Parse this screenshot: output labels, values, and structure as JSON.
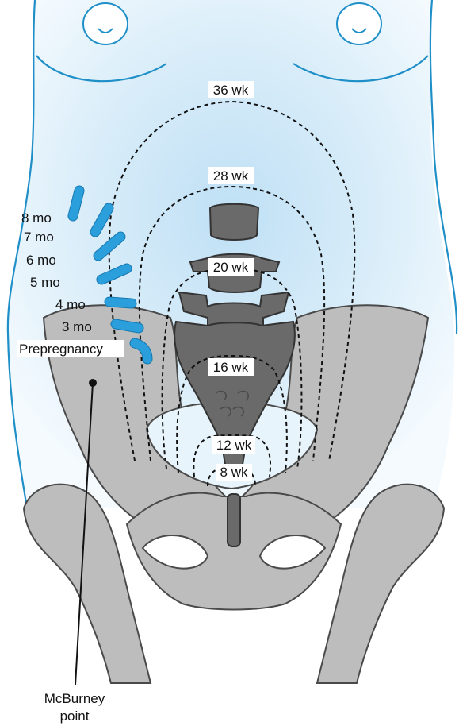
{
  "fundal_heights_weeks": [
    {
      "key": "wk36",
      "text": "36 wk"
    },
    {
      "key": "wk28",
      "text": "28 wk"
    },
    {
      "key": "wk20",
      "text": "20 wk"
    },
    {
      "key": "wk16",
      "text": "16 wk"
    },
    {
      "key": "wk12",
      "text": "12 wk"
    },
    {
      "key": "wk8",
      "text": "8 wk"
    }
  ],
  "appendix_positions": [
    {
      "key": "mo8",
      "text": "8 mo"
    },
    {
      "key": "mo7",
      "text": "7 mo"
    },
    {
      "key": "mo6",
      "text": "6 mo"
    },
    {
      "key": "mo5",
      "text": "5 mo"
    },
    {
      "key": "mo4",
      "text": "4 mo"
    },
    {
      "key": "mo3",
      "text": "3 mo"
    },
    {
      "key": "pre",
      "text": "Prepregnancy"
    }
  ],
  "landmark": {
    "line1": "McBurney",
    "line2": "point"
  },
  "colors": {
    "skin_glow": "#cfe8f7",
    "outline": "#1f8fc8",
    "appendix_marker": "#2a9fdc",
    "bone": "#bdbdbd"
  }
}
